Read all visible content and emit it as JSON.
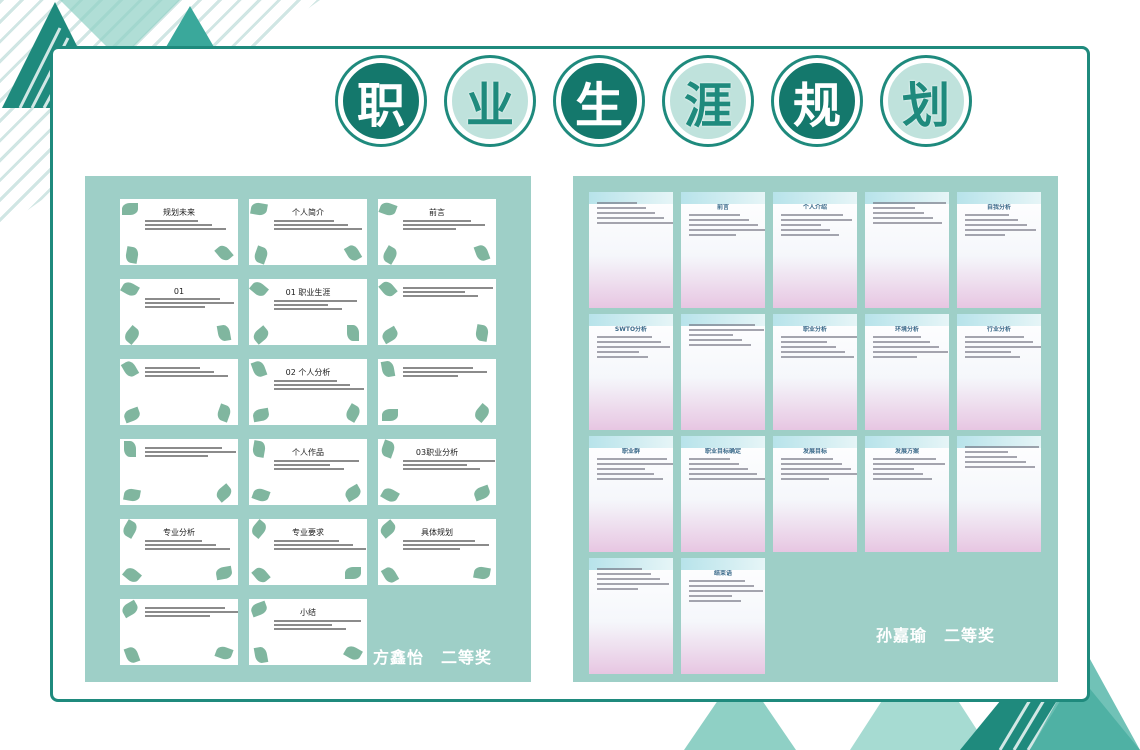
{
  "title_chars": [
    "职",
    "业",
    "生",
    "涯",
    "规",
    "划"
  ],
  "left_panel": {
    "slides": [
      {
        "title": "规划未来"
      },
      {
        "title": "个人简介"
      },
      {
        "title": "前言"
      },
      {
        "title": "01"
      },
      {
        "title": "01 职业生涯"
      },
      {
        "title": ""
      },
      {
        "title": ""
      },
      {
        "title": "02 个人分析"
      },
      {
        "title": ""
      },
      {
        "title": ""
      },
      {
        "title": "个人作品"
      },
      {
        "title": "03职业分析"
      },
      {
        "title": "专业分析"
      },
      {
        "title": "专业要求"
      },
      {
        "title": "具体规划"
      },
      {
        "title": ""
      },
      {
        "title": "小结"
      }
    ],
    "award": "方鑫怡　二等奖"
  },
  "right_panel": {
    "pages": [
      {
        "title": ""
      },
      {
        "title": "前言"
      },
      {
        "title": "个人介绍"
      },
      {
        "title": ""
      },
      {
        "title": "自我分析"
      },
      {
        "title": "SWTO分析"
      },
      {
        "title": ""
      },
      {
        "title": "职业分析"
      },
      {
        "title": "环境分析"
      },
      {
        "title": "行业分析"
      },
      {
        "title": "职业群"
      },
      {
        "title": "职业目标确定"
      },
      {
        "title": "发展目标"
      },
      {
        "title": "发展方案"
      },
      {
        "title": ""
      },
      {
        "title": ""
      },
      {
        "title": "结束语"
      }
    ],
    "award": "孙嘉瑜　二等奖"
  },
  "colors": {
    "teal_dark": "#14786c",
    "teal_light": "#bfe2dc",
    "panel": "#9ecfc7"
  }
}
